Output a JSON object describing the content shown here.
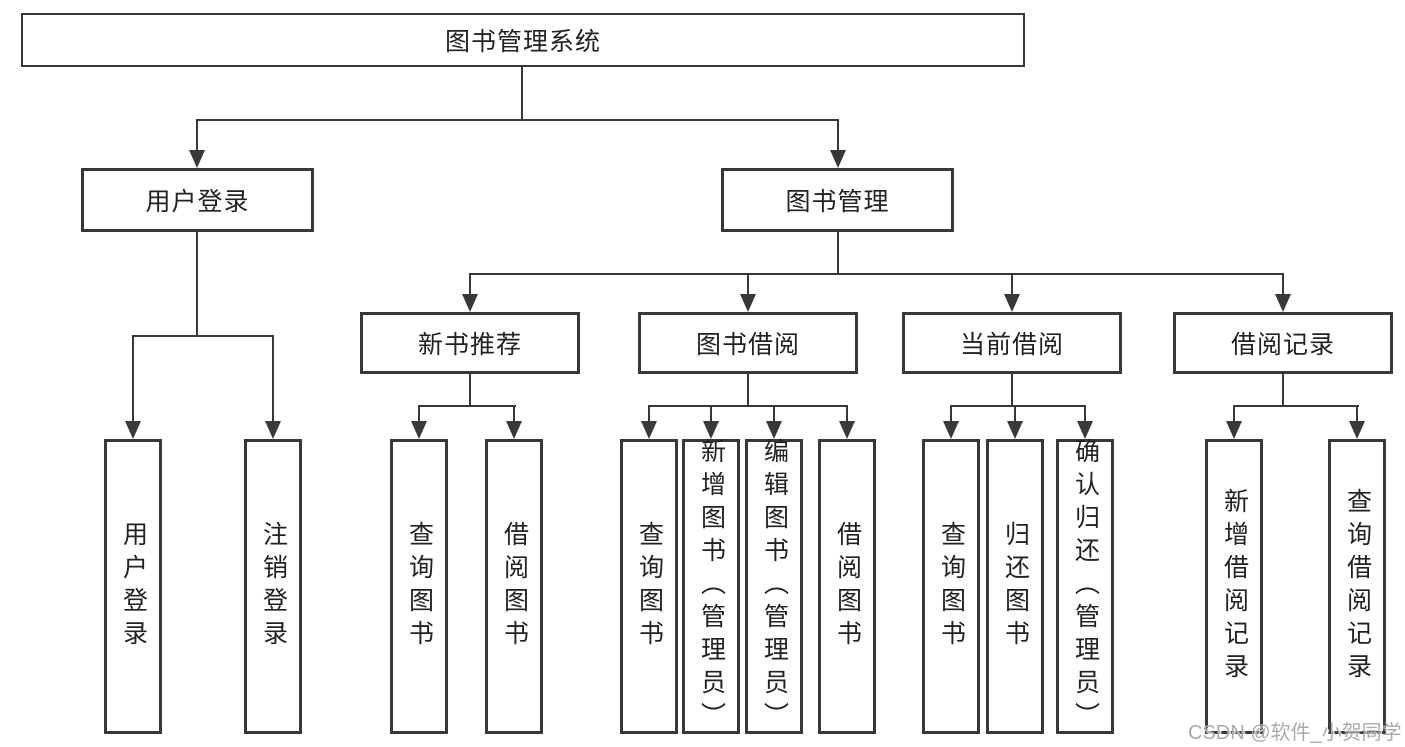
{
  "tree": {
    "label": "图书管理系统",
    "children": [
      {
        "label": "用户登录",
        "children": [
          {
            "label": "用户登录"
          },
          {
            "label": "注销登录"
          }
        ]
      },
      {
        "label": "图书管理",
        "children": [
          {
            "label": "新书推荐",
            "children": [
              {
                "label": "查询图书"
              },
              {
                "label": "借阅图书"
              }
            ]
          },
          {
            "label": "图书借阅",
            "children": [
              {
                "label": "查询图书"
              },
              {
                "label": "新增图书（管理员）"
              },
              {
                "label": "编辑图书（管理员）"
              },
              {
                "label": "借阅图书"
              }
            ]
          },
          {
            "label": "当前借阅",
            "children": [
              {
                "label": "查询图书"
              },
              {
                "label": "归还图书"
              },
              {
                "label": "确认归还（管理员）"
              }
            ]
          },
          {
            "label": "借阅记录",
            "children": [
              {
                "label": "新增借阅记录"
              },
              {
                "label": "查询借阅记录"
              }
            ]
          }
        ]
      }
    ]
  },
  "watermark": {
    "text": "CSDN @软件_小贺同学"
  },
  "colors": {
    "line": "#383838",
    "text": "#222222",
    "watermark": "#ababab",
    "background": "#ffffff"
  }
}
